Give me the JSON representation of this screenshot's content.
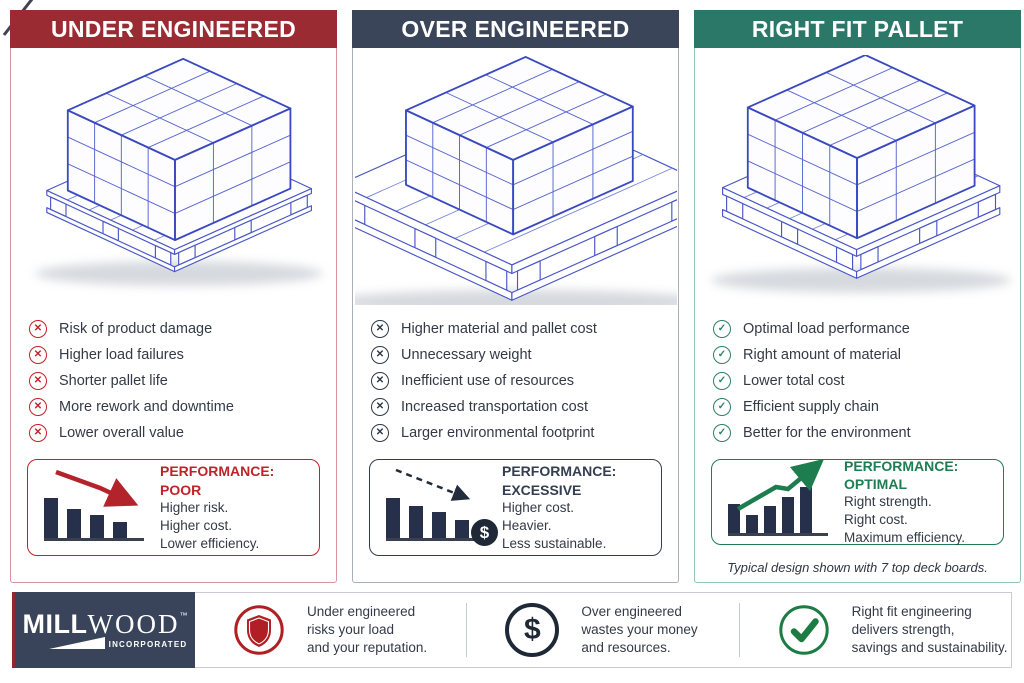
{
  "columns": [
    {
      "id": "under-engineered",
      "header": "UNDER ENGINEERED",
      "theme": {
        "header_bg": "#9b2b33",
        "border": "#d9969a",
        "icon": "#c32127",
        "accent": "#bf2329"
      },
      "bullet_glyph": "✕",
      "bullets": [
        "Risk of product damage",
        "Higher load failures",
        "Shorter pallet life",
        "More rework and downtime",
        "Lower overall value"
      ],
      "performance": {
        "label": "PERFORMANCE:",
        "rating": "POOR",
        "lines": [
          "Higher risk.",
          "Higher cost.",
          "Lower efficiency."
        ],
        "bars": [
          62,
          46,
          36,
          25
        ],
        "trend": "down"
      }
    },
    {
      "id": "over-engineered",
      "header": "OVER ENGINEERED",
      "theme": {
        "header_bg": "#3b4559",
        "border": "#a9b0ba",
        "icon": "#2e3747",
        "accent": "#333e50"
      },
      "bullet_glyph": "✕",
      "bullets": [
        "Higher material and pallet cost",
        "Unnecessary weight",
        "Inefficient use of resources",
        "Increased transportation cost",
        "Larger environmental footprint"
      ],
      "performance": {
        "label": "PERFORMANCE:",
        "rating": "EXCESSIVE",
        "lines": [
          "Higher cost.",
          "Heavier.",
          "Less sustainable."
        ],
        "bars": [
          62,
          50,
          40,
          28
        ],
        "badge": "$",
        "trend": "down-dashed"
      }
    },
    {
      "id": "right-fit-pallet",
      "header": "RIGHT FIT PALLET",
      "theme": {
        "header_bg": "#2b7868",
        "border": "#96c5b8",
        "icon": "#2e8064",
        "accent": "#1e7d52"
      },
      "bullet_glyph": "✓",
      "bullets": [
        "Optimal load performance",
        "Right amount of material",
        "Lower total cost",
        "Efficient supply chain",
        "Better for the environment"
      ],
      "performance": {
        "label": "PERFORMANCE:",
        "rating": "OPTIMAL",
        "lines": [
          "Right strength.",
          "Right cost.",
          "Maximum efficiency."
        ],
        "bars": [
          45,
          28,
          42,
          57,
          72
        ],
        "trend": "up"
      },
      "caption": "Typical design shown with 7 top deck boards."
    }
  ],
  "footer": {
    "logo": {
      "mill": "MILL",
      "wood": "WOOD",
      "tm": "™",
      "sub": "INCORPORATED"
    },
    "items": [
      {
        "icon": "shield-icon",
        "lines": [
          "Under engineered",
          "risks your load",
          "and your reputation."
        ]
      },
      {
        "icon": "dollar-icon",
        "glyph": "$",
        "lines": [
          "Over engineered",
          "wastes your money",
          "and resources."
        ]
      },
      {
        "icon": "check-icon",
        "lines": [
          "Right fit engineering",
          "delivers strength,",
          "savings and sustainability."
        ]
      }
    ]
  }
}
